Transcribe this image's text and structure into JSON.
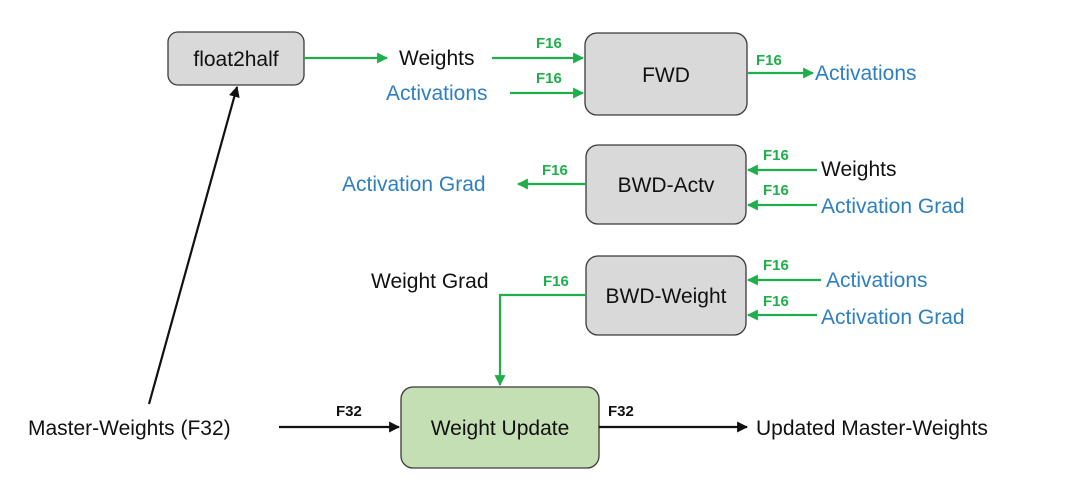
{
  "boxes": {
    "float2half": "float2half",
    "fwd": "FWD",
    "bwd_actv": "BWD-Actv",
    "bwd_weight": "BWD-Weight",
    "weight_update": "Weight Update"
  },
  "labels": {
    "fwd_in_weights": "Weights",
    "fwd_in_activations": "Activations",
    "fwd_out_activations": "Activations",
    "bwd_actv_in_weights": "Weights",
    "bwd_actv_in_activation_grad": "Activation Grad",
    "bwd_actv_out_activation_grad": "Activation Grad",
    "bwd_weight_in_activations": "Activations",
    "bwd_weight_in_activation_grad": "Activation Grad",
    "bwd_weight_out_weight_grad": "Weight Grad",
    "master_weights": "Master-Weights (F32)",
    "updated_master_weights": "Updated Master-Weights"
  },
  "precision_tags": {
    "fwd_weights": "F16",
    "fwd_activations": "F16",
    "fwd_output": "F16",
    "bwd_actv_output": "F16",
    "bwd_actv_weights": "F16",
    "bwd_actv_activation_grad": "F16",
    "bwd_weight_output": "F16",
    "bwd_weight_activations": "F16",
    "bwd_weight_activation_grad": "F16",
    "update_input": "F32",
    "update_output": "F32"
  },
  "colors": {
    "f16_path": "#1fae4b",
    "f32_path": "#111111",
    "activation_text": "#2e7fc1",
    "box_fill": "#d9d9d9",
    "update_box_fill": "#c4dfb3"
  }
}
